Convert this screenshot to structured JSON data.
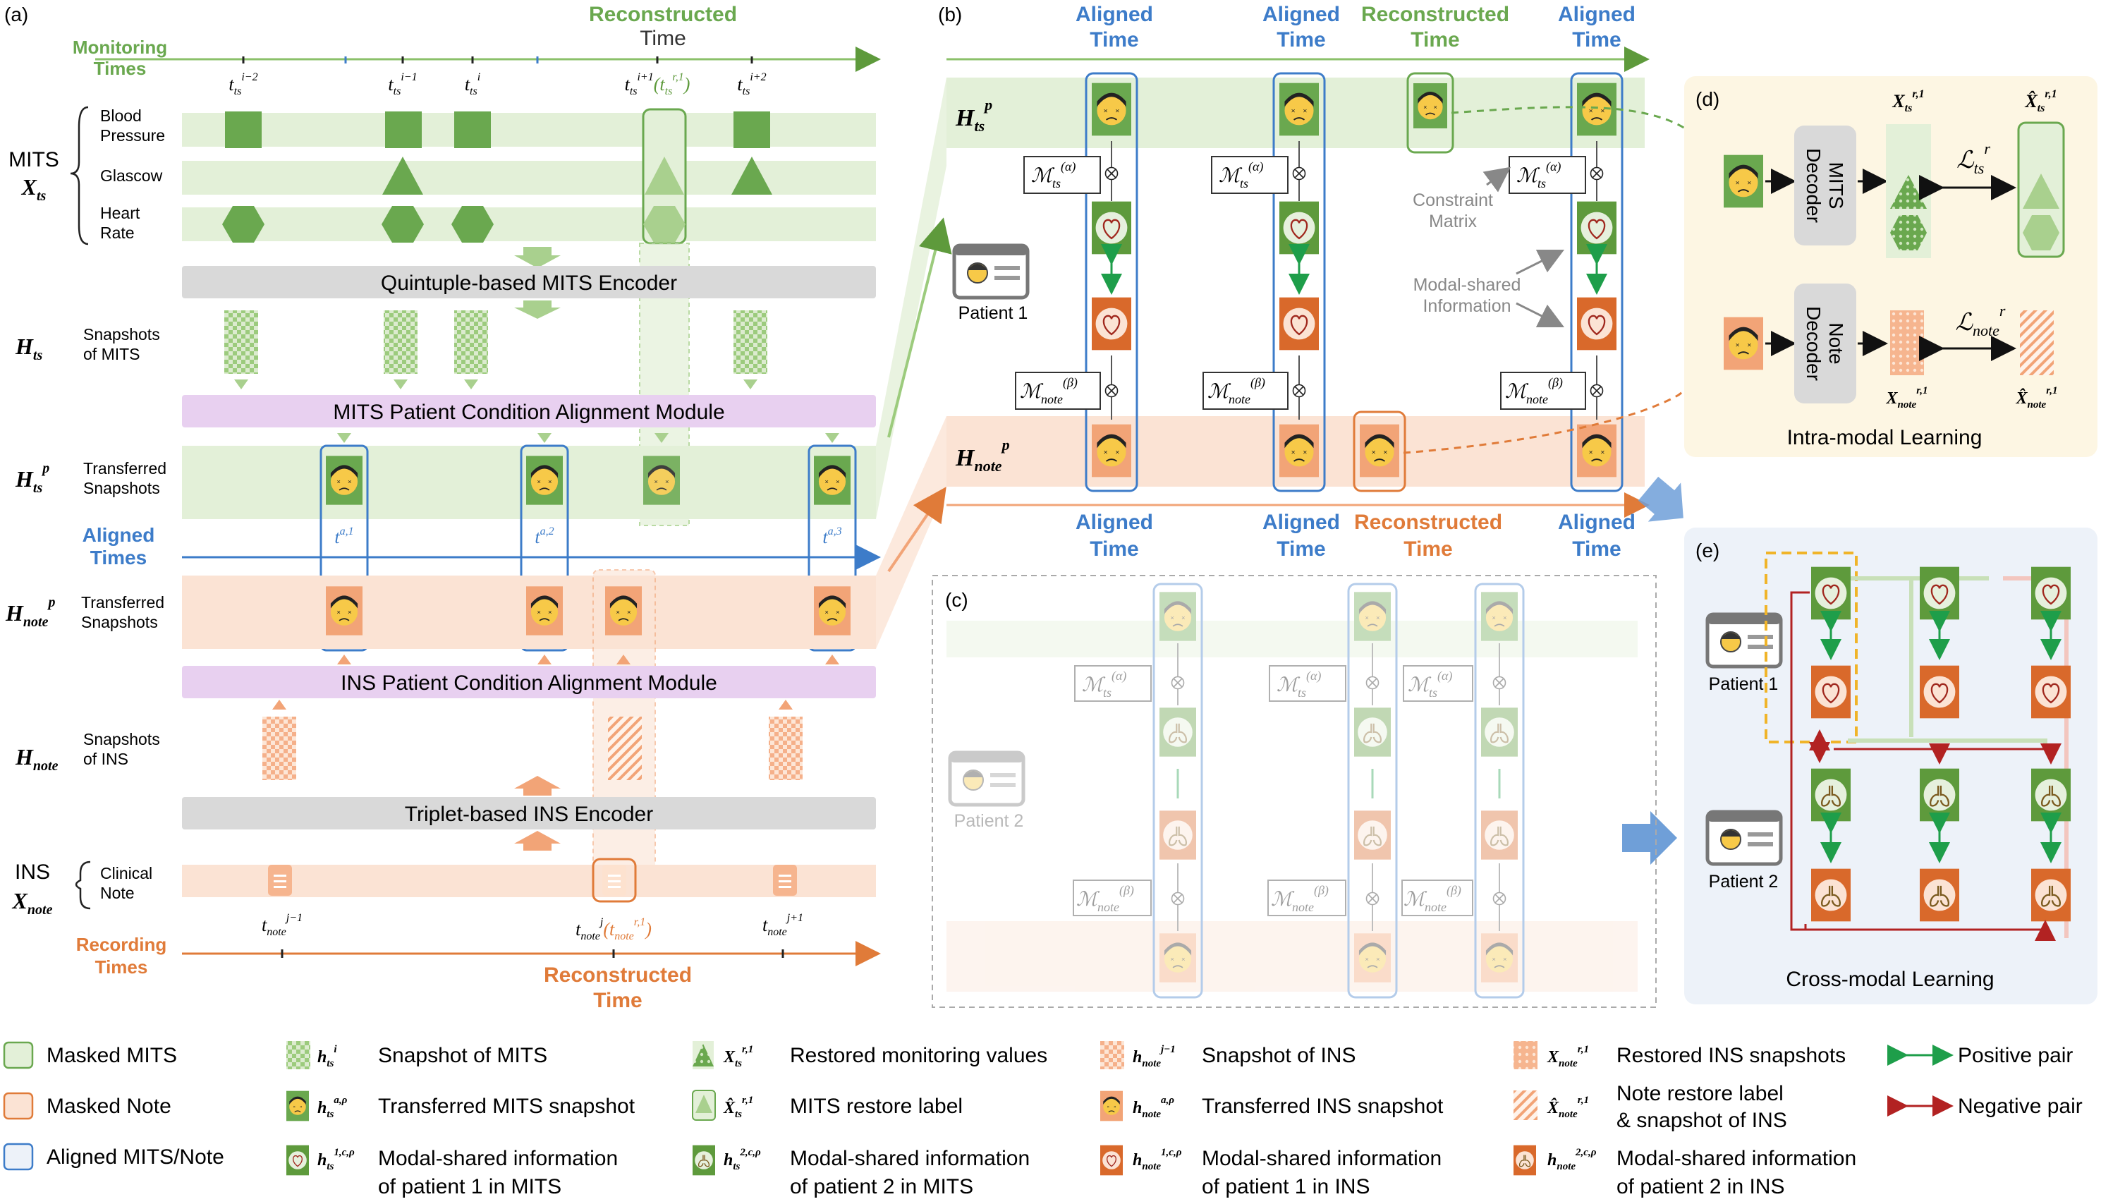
{
  "panels": {
    "a": "(a)",
    "b": "(b)",
    "c": "(c)",
    "d": "(d)",
    "e": "(e)"
  },
  "colors": {
    "green": "#6aa84f",
    "lightgreen": "#e3f0d8",
    "orange": "#f2a477",
    "lightorange": "#fbe3d4",
    "blue": "#3d7cc9",
    "purple": "#e8d0f0",
    "gray": "#d9d9d9",
    "red": "#b22222",
    "posgreen": "#1e9e4a",
    "yellowbg": "#fdf6e3",
    "bluebg": "#edf2f9"
  },
  "a": {
    "monitoring_times": "Monitoring\nTimes",
    "reconstructed_time": "Reconstructed\nTime",
    "ts_ticks": [
      "t_ts^{i-2}",
      "t_ts^{i-1}",
      "t_ts^{i}",
      "t_ts^{i+1}(t_ts^{r,1})",
      "t_ts^{i+2}"
    ],
    "mits_label": "MITS",
    "x_ts": "X_ts",
    "vitals": [
      "Blood\nPressure",
      "Glascow",
      "Heart\nRate"
    ],
    "encoder_ts": "Quintuple-based MITS Encoder",
    "h_ts": "H_ts",
    "snapshots_mits": "Snapshots\nof MITS",
    "align_ts": "MITS Patient Condition Alignment Module",
    "hp_ts": "H^p_ts",
    "transferred_snapshots": "Transferred\nSnapshots",
    "aligned_times": "Aligned\nTimes",
    "aligned_ticks": [
      "t^{a,1}",
      "t^{a,2}",
      "t^{a,3}"
    ],
    "hp_note": "H^p_note",
    "transferred_snapshots_note": "Transferred\nSnapshots",
    "align_note": "INS Patient Condition Alignment Module",
    "h_note": "H_note",
    "snapshots_ins": "Snapshots\nof INS",
    "encoder_note": "Triplet-based INS Encoder",
    "ins_label": "INS",
    "x_note": "X_note",
    "clinical_note": "Clinical\nNote",
    "note_ticks": [
      "t_note^{j-1}",
      "t_note^{j}(t_note^{r,1})",
      "t_note^{j+1}"
    ],
    "recording_times": "Recording\nTimes",
    "reconstructed_time_note": "Reconstructed\nTime"
  },
  "b": {
    "top_labels": [
      "Aligned\nTime",
      "Aligned\nTime",
      "Reconstructed\nTime",
      "Aligned\nTime"
    ],
    "bottom_labels": [
      "Aligned\nTime",
      "Aligned\nTime",
      "Reconstructed\nTime",
      "Aligned\nTime"
    ],
    "hp_ts": "H^p_ts",
    "hp_note": "H^p_note",
    "patient1": "Patient 1",
    "m_ts": "M_ts^(α)",
    "m_note": "M_note^(β)",
    "constraint_matrix": "Constraint\nMatrix",
    "modal_shared": "Modal-shared\nInformation"
  },
  "c": {
    "patient2": "Patient 2"
  },
  "d": {
    "mits_decoder": "MITS\nDecoder",
    "note_decoder": "Note\nDecoder",
    "x_ts_r1": "X_ts^{r,1}",
    "xhat_ts_r1": "X̂_ts^{r,1}",
    "loss_ts": "L^r_ts",
    "loss_note": "L^r_note",
    "x_note_r1": "X_note^{r,1}",
    "xhat_note_r1": "X̂_note^{r,1}",
    "intra_modal": "Intra-modal Learning"
  },
  "e": {
    "patient1": "Patient 1",
    "patient2": "Patient 2",
    "cross_modal": "Cross-modal Learning"
  },
  "legend": [
    {
      "sym": "",
      "text": "Masked MITS"
    },
    {
      "sym": "",
      "text": "Masked Note"
    },
    {
      "sym": "",
      "text": "Aligned MITS/Note"
    },
    {
      "sym": "h_ts^i",
      "text": "Snapshot of MITS"
    },
    {
      "sym": "h_ts^{a,ρ}",
      "text": "Transferred MITS snapshot"
    },
    {
      "sym": "h_ts^{1,c,ρ}",
      "text": "Modal-shared information\nof patient 1 in MITS"
    },
    {
      "sym": "X_ts^{r,1}",
      "text": "Restored monitoring values"
    },
    {
      "sym": "X̂_ts^{r,1}",
      "text": "MITS restore label"
    },
    {
      "sym": "h_ts^{2,c,ρ}",
      "text": "Modal-shared information\nof patient 2 in MITS"
    },
    {
      "sym": "h_note^{j-1}",
      "text": "Snapshot of INS"
    },
    {
      "sym": "h_note^{a,ρ}",
      "text": "Transferred INS snapshot"
    },
    {
      "sym": "h_note^{1,c,ρ}",
      "text": "Modal-shared information\nof patient 1 in INS"
    },
    {
      "sym": "X_note^{r,1}",
      "text": "Restored INS snapshots"
    },
    {
      "sym": "X̂_note^{r,1}",
      "text": "Note restore label\n& snapshot of INS"
    },
    {
      "sym": "h_note^{2,c,ρ}",
      "text": "Modal-shared information\nof patient 2 in INS"
    },
    {
      "sym": "",
      "text": "Positive pair"
    },
    {
      "sym": "",
      "text": "Negative pair"
    }
  ]
}
